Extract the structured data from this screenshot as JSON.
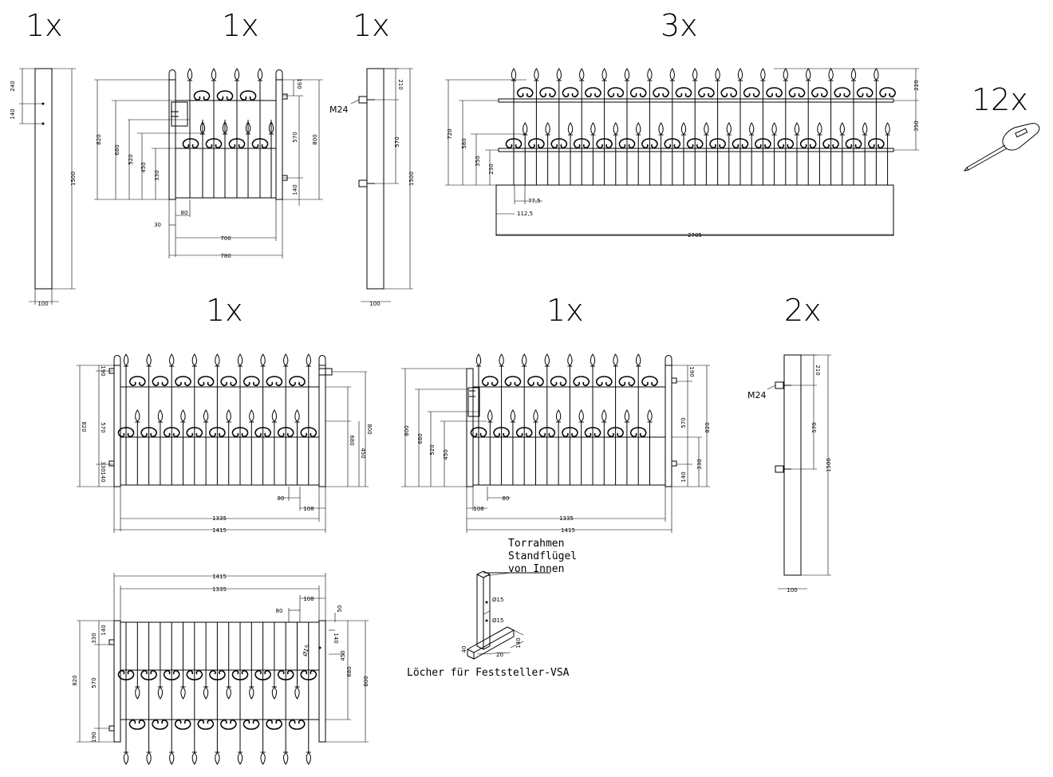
{
  "drawing": {
    "quantities": {
      "post_single": "1x",
      "gate_single": "1x",
      "post_hinge": "1x",
      "fence_panel": "3x",
      "key": "12x",
      "double_gate_left": "1x",
      "double_gate_right": "1x",
      "post_pair": "2x"
    },
    "post_single": {
      "d_240": "240",
      "d_140": "140",
      "d_1500": "1500",
      "d_100": "100"
    },
    "gate_single": {
      "d_820": "820",
      "d_680": "680",
      "d_520": "520",
      "d_450": "450",
      "d_330": "330",
      "d_190": "190",
      "d_570": "570",
      "d_800": "800",
      "d_140": "140",
      "d_80": "80",
      "d_30": "30",
      "d_700": "700",
      "d_780": "780"
    },
    "post_hinge": {
      "thread": "M24",
      "d_210": "210",
      "d_570": "570",
      "d_1500": "1500",
      "d_100": "100"
    },
    "fence_panel": {
      "d_720": "720",
      "d_580": "580",
      "d_350a": "350",
      "d_230": "230",
      "d_220": "220",
      "d_350b": "350",
      "d_77_5": "77,5",
      "d_112_5": "112,5",
      "d_2705": "2705"
    },
    "double_gate_left": {
      "d_820": "820",
      "d_570": "570",
      "d_330": "330",
      "d_190": "190",
      "d_140": "140",
      "d_680": "680",
      "d_450": "450",
      "d_800": "800",
      "d_80": "80",
      "d_108": "108",
      "d_1335": "1335",
      "d_1415": "1415"
    },
    "double_gate_right": {
      "d_800": "800",
      "d_680": "680",
      "d_520": "520",
      "d_450": "450",
      "d_190": "190",
      "d_570": "570",
      "d_140": "140",
      "d_820": "820",
      "d_330": "330",
      "d_108": "108",
      "d_80": "80",
      "d_1335": "1335",
      "d_1415": "1415"
    },
    "post_pair": {
      "thread": "M24",
      "d_210": "210",
      "d_570": "570",
      "d_1500": "1500",
      "d_100": "100"
    },
    "gate_bottom": {
      "d_1415": "1415",
      "d_1335": "1335",
      "d_108": "108",
      "d_80": "80",
      "d_50": "50",
      "d_140": "140",
      "d_330": "330",
      "d_450": "450",
      "d_680": "680",
      "d_800": "800",
      "d_820": "820",
      "d_570": "570",
      "d_190": "190",
      "d_15": "Ø15"
    },
    "detail": {
      "title_line1": "Torrahmen",
      "title_line2": "Standflügel",
      "title_line3": "von Innen",
      "hole1": "Ø15",
      "hole2": "Ø15",
      "d_140": "140",
      "d_20": "20",
      "d_40": "40",
      "caption": "Löcher für Feststeller-VSA"
    }
  }
}
